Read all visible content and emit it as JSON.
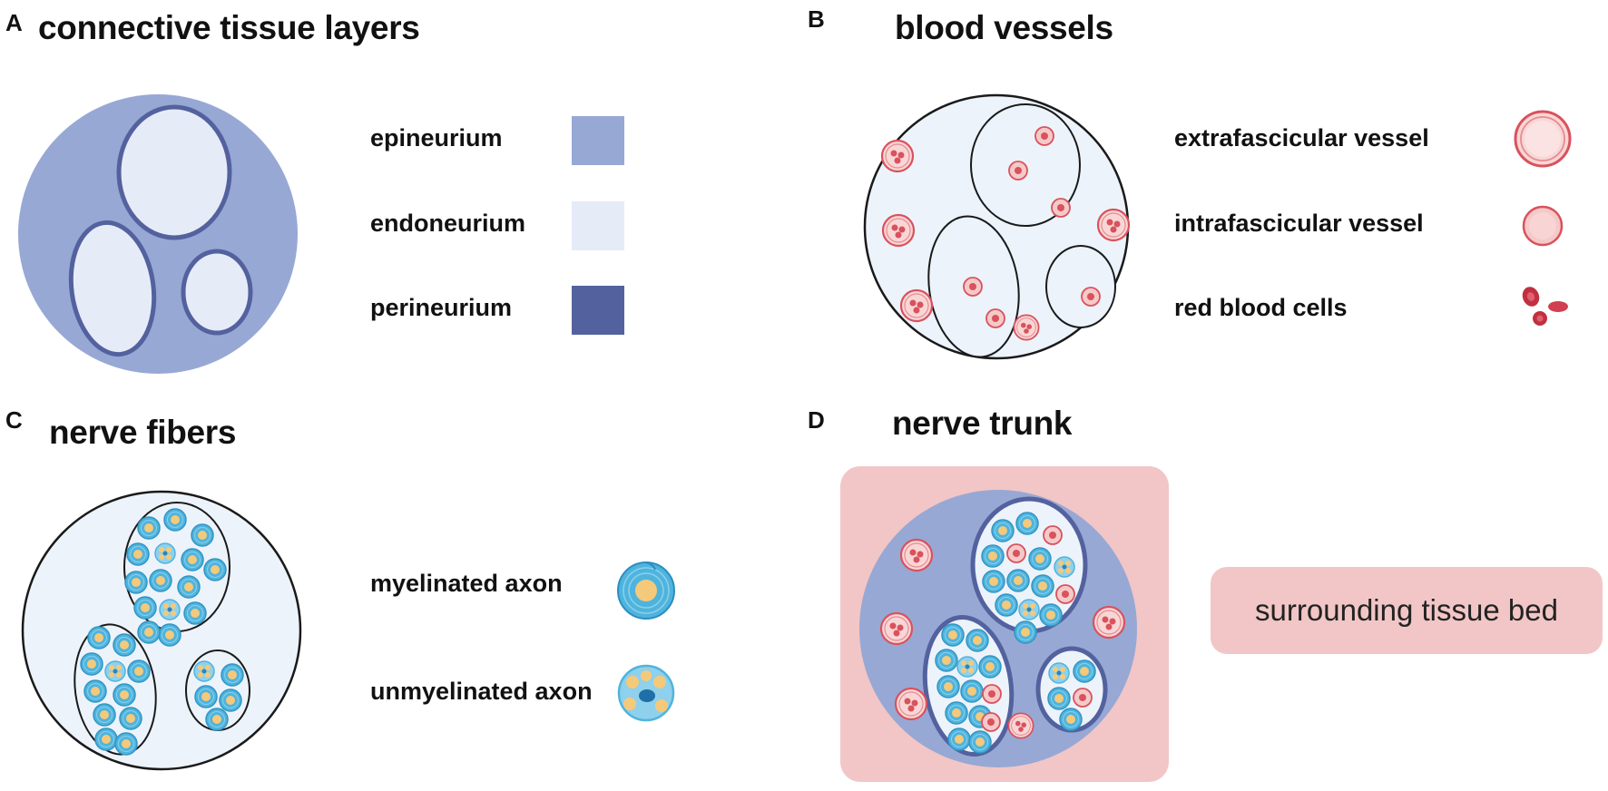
{
  "panels": {
    "a": {
      "letter": "A",
      "title": "connective tissue layers",
      "legend": [
        {
          "label": "epineurium",
          "color": "#97a8d5"
        },
        {
          "label": "endoneurium",
          "color": "#e6ebf8"
        },
        {
          "label": "perineurium",
          "color": "#53629e"
        }
      ]
    },
    "b": {
      "letter": "B",
      "title": "blood vessels",
      "legend": [
        {
          "label": "extrafascicular vessel",
          "icon": "extrafascicular-vessel-icon"
        },
        {
          "label": "intrafascicular vessel",
          "icon": "intrafascicular-vessel-icon"
        },
        {
          "label": "red blood cells",
          "icon": "red-blood-cells-icon"
        }
      ]
    },
    "c": {
      "letter": "C",
      "title": "nerve fibers",
      "legend": [
        {
          "label": "myelinated axon",
          "icon": "myelinated-axon-icon"
        },
        {
          "label": "unmyelinated axon",
          "icon": "unmyelinated-axon-icon"
        }
      ]
    },
    "d": {
      "letter": "D",
      "title": "nerve trunk",
      "tissue_bed_label": "surrounding tissue bed"
    }
  },
  "colors": {
    "epineurium": "#97a8d5",
    "endoneurium": "#e6ebf8",
    "perineurium": "#53629e",
    "vessel": "#d9525c",
    "vessel_fill": "#f6c9c9",
    "myelin": "#4fb4dd",
    "axon": "#f5c97a",
    "tissue_bed": "#f2c6c6",
    "fascicle_bg": "#edf3fb"
  }
}
